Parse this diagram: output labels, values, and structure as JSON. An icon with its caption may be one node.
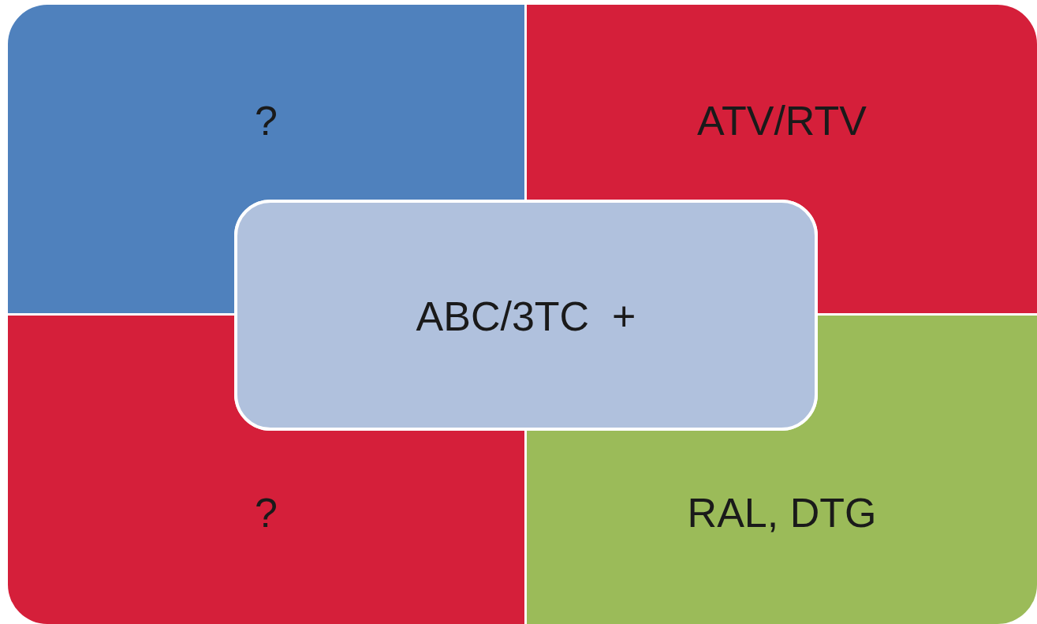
{
  "diagram": {
    "nodes": [
      {
        "text": [
          "?"
        ]
      },
      {
        "text": [
          "ATV/RTV"
        ]
      },
      {
        "text": [
          "ABC/3TC  +"
        ]
      },
      {
        "text": [
          "?"
        ]
      },
      {
        "text": [
          "RAL, DTG"
        ]
      }
    ]
  }
}
